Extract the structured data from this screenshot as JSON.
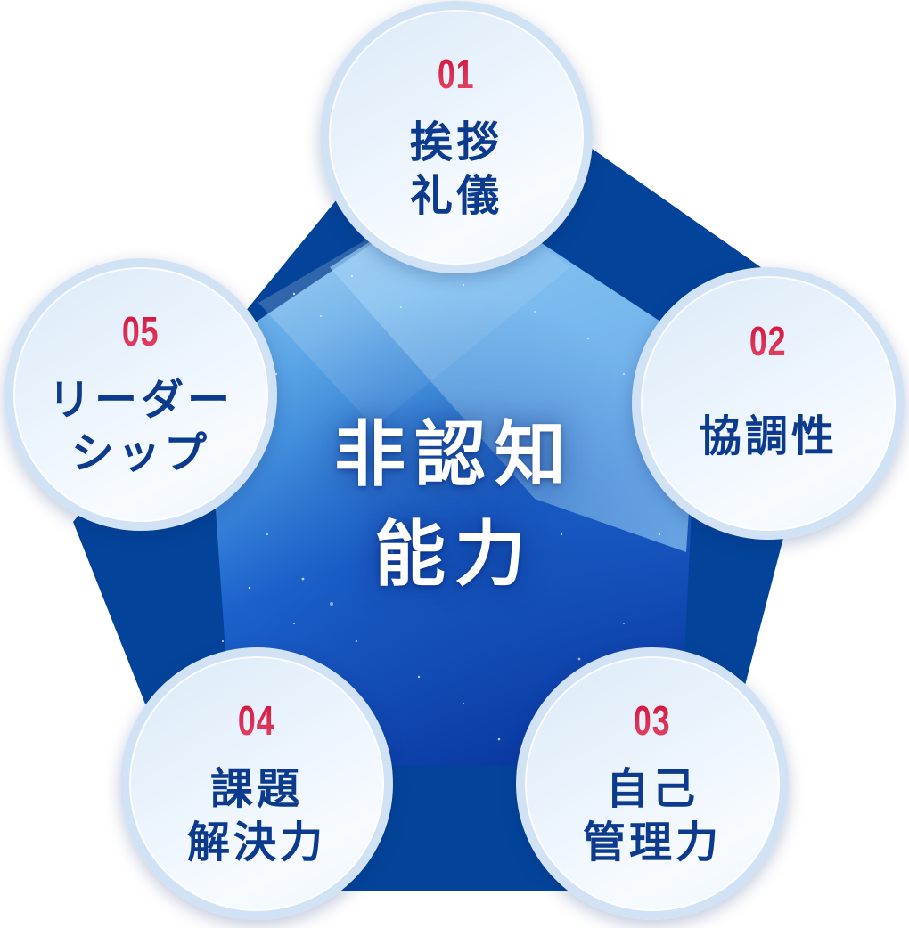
{
  "diagram": {
    "type": "pentagon-concept-map",
    "center": {
      "line1": "非認知",
      "line2": "能力"
    },
    "nodes": [
      {
        "number": "01",
        "line1": "挨拶",
        "line2": "礼儀",
        "position": "top"
      },
      {
        "number": "02",
        "line1": "協調性",
        "line2": "",
        "position": "right"
      },
      {
        "number": "03",
        "line1": "自己",
        "line2": "管理力",
        "position": "bottom-right"
      },
      {
        "number": "04",
        "line1": "課題",
        "line2": "解決力",
        "position": "bottom-left"
      },
      {
        "number": "05",
        "line1": "リーダー",
        "line2": "シップ",
        "position": "left"
      }
    ],
    "colors": {
      "pentagon_outer": "#03449a",
      "pentagon_inner_light": "#7ab8ec",
      "pentagon_inner_mid": "#1a6fd4",
      "pentagon_inner_dark": "#0a3ea8",
      "number_red": "#d3103a",
      "label_navy": "#0c3a8c",
      "center_text": "#ffffff",
      "circle_ring": "#d2e2f5"
    }
  }
}
